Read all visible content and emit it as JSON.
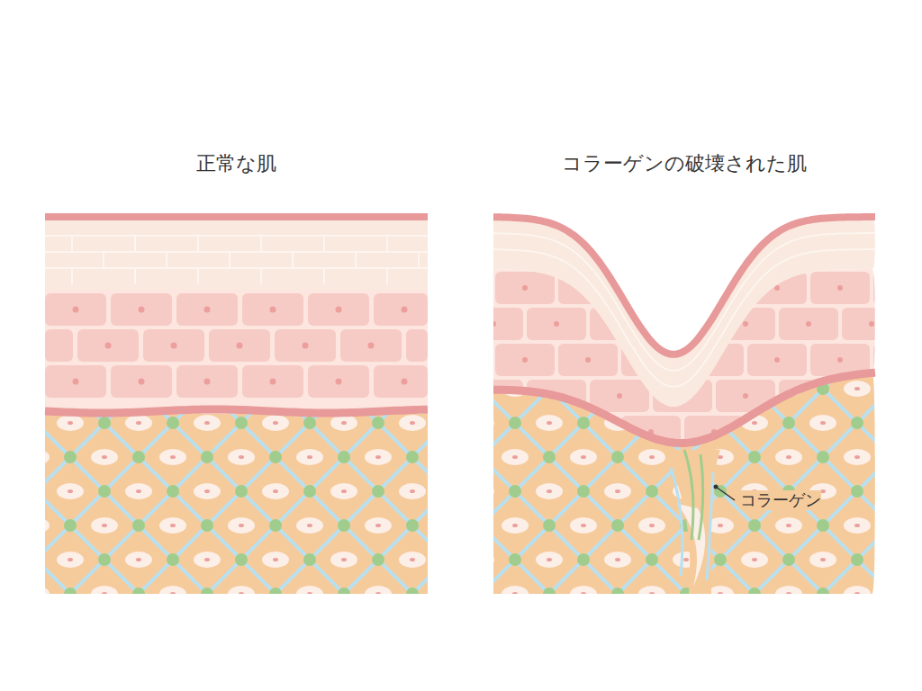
{
  "diagram": {
    "labels": [
      "正常な肌",
      "コラーゲンの破壊された肌",
      "コラーゲン"
    ]
  }
}
